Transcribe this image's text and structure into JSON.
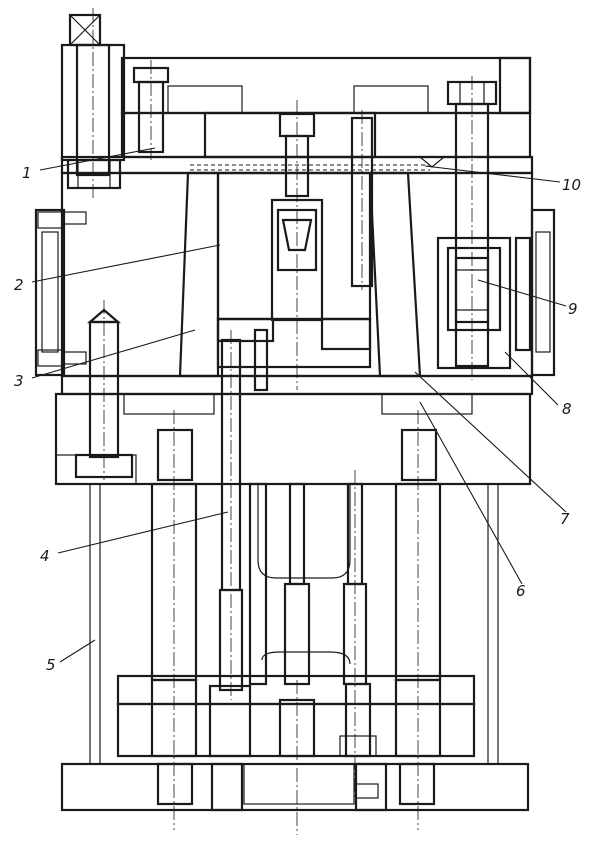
{
  "callouts": {
    "c1": "1",
    "c2": "2",
    "c3": "3",
    "c4": "4",
    "c5": "5",
    "c6": "6",
    "c7": "7",
    "c8": "8",
    "c9": "9",
    "c10": "10"
  },
  "colors": {
    "ink": "#1a1a1a",
    "paper": "#ffffff"
  }
}
